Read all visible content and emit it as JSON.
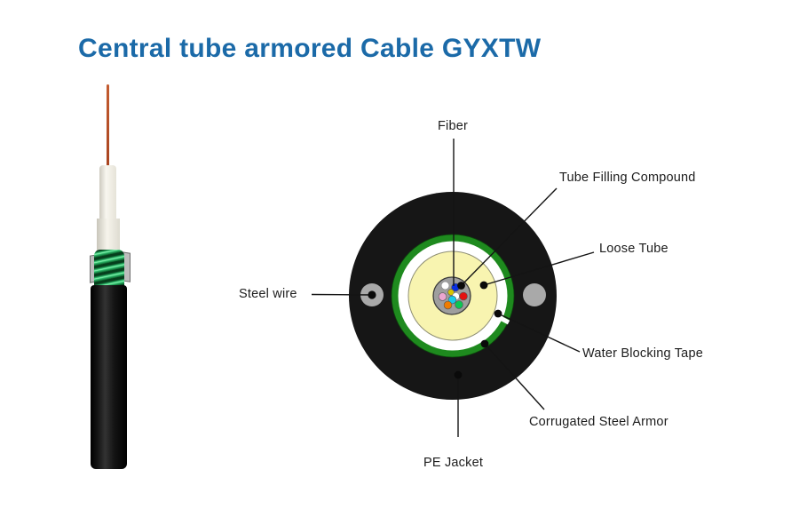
{
  "title": "Central tube armored Cable GYXTW",
  "diagram": {
    "labels": {
      "fiber": "Fiber",
      "tube_filling_compound": "Tube Filling Compound",
      "loose_tube": "Loose Tube",
      "steel_wire": "Steel wire",
      "water_blocking_tape": "Water Blocking Tape",
      "corrugated_steel_armor": "Corrugated Steel Armor",
      "pe_jacket": "PE Jacket"
    }
  },
  "colors": {
    "title_blue": "#1b6aa8",
    "label_text": "#1c1c1c",
    "leader_line": "#141414",
    "callout_dot": "#0a0a0a",
    "pe_jacket_black": "#161616",
    "armor_green": "#1e8a1e",
    "water_tape_white": "#ffffff",
    "loose_tube_yellow": "#f8f4b0",
    "filling_compound_gray": "#9e9e9e",
    "steel_wire_gray": "#a9a9a9",
    "seam_white": "#ffffff"
  },
  "fibers": {
    "colors": {
      "white1": "#ffffff",
      "blue": "#0a2fe0",
      "yellow": "#d8c400",
      "pink": "#eba6d0",
      "white2": "#ffffff",
      "cyan": "#18cbe8",
      "red": "#e41212",
      "orange": "#ef7c00",
      "green": "#0cc653"
    }
  }
}
